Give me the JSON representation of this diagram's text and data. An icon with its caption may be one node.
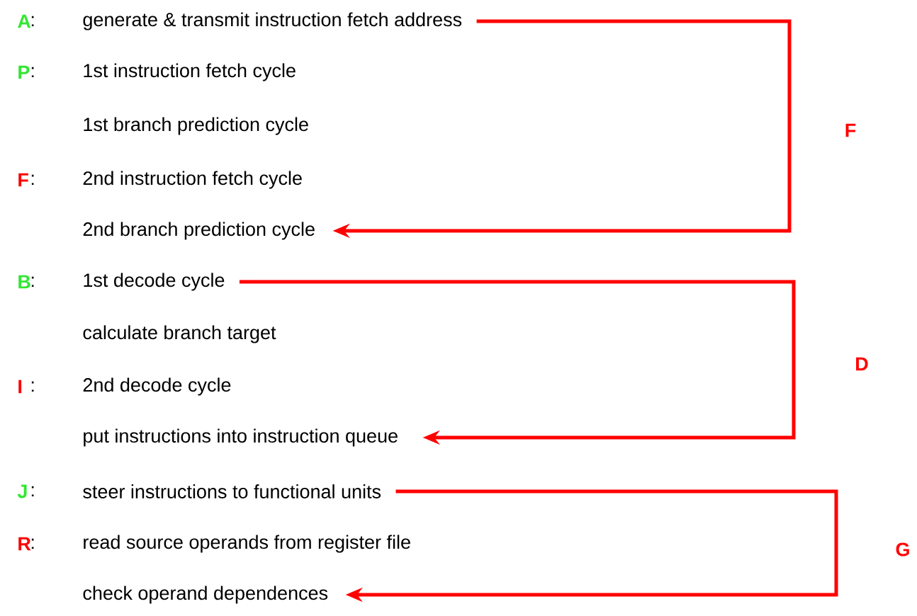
{
  "diagram": {
    "nodes": [
      {
        "text": [
          "generate & transmit instruction fetch address"
        ]
      },
      {
        "text": [
          "1st instruction fetch cycle"
        ]
      },
      {
        "text": [
          "1st branch prediction cycle"
        ]
      },
      {
        "text": [
          "2nd instruction fetch cycle"
        ]
      },
      {
        "text": [
          "2nd branch prediction cycle"
        ]
      },
      {
        "text": [
          "1st decode cycle"
        ]
      },
      {
        "text": [
          "calculate branch target"
        ]
      },
      {
        "text": [
          "2nd decode cycle"
        ]
      },
      {
        "text": [
          "put instructions into instruction queue"
        ]
      },
      {
        "text": [
          "steer instructions to functional units"
        ]
      },
      {
        "text": [
          "read source operands from register file"
        ]
      },
      {
        "text": [
          "check operand dependences"
        ]
      }
    ],
    "edges": [
      {
        "from": 0,
        "to": 4,
        "arrow": "to",
        "label": "F"
      },
      {
        "from": 5,
        "to": 8,
        "arrow": "to",
        "label": "D"
      },
      {
        "from": 9,
        "to": 11,
        "arrow": "to",
        "label": "G"
      }
    ],
    "labels": [
      "A",
      ":",
      "P",
      ":",
      "F",
      ":",
      "B",
      ":",
      "I",
      ":",
      "J",
      ":",
      "R",
      ":"
    ]
  }
}
